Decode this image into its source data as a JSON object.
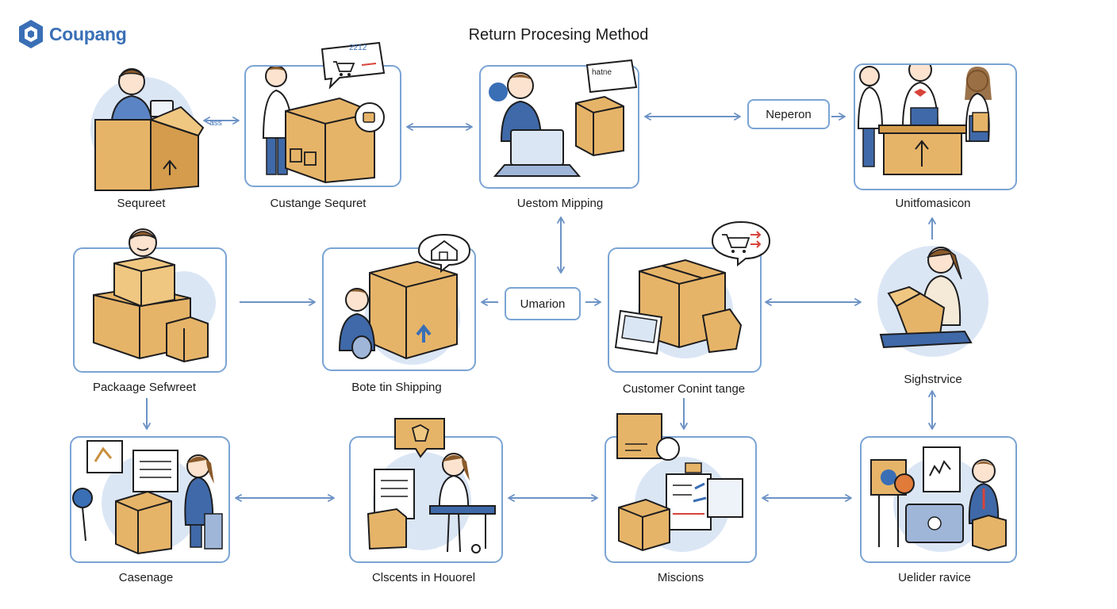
{
  "brand": {
    "name": "Coupang",
    "color": "#3a6fb6"
  },
  "title": "Return Procesing Method",
  "colors": {
    "box": "#e6b468",
    "box_dark": "#c88f3e",
    "accent_blue": "#3a6fb6",
    "frame": "#7aa4d4",
    "circle": "#dbe6f5",
    "arrow": "#6d93c6"
  },
  "nodes": [
    {
      "id": "sequreet",
      "label": "Sequreet"
    },
    {
      "id": "custange",
      "label": "Custange Sequret"
    },
    {
      "id": "mipping",
      "label": "Uestom Mipping"
    },
    {
      "id": "unitfomasicon",
      "label": "Unitfomasicon"
    },
    {
      "id": "package",
      "label": "Packaage Sefwreet"
    },
    {
      "id": "bote",
      "label": "Bote tin Shipping"
    },
    {
      "id": "customer",
      "label": "Customer Conint tange"
    },
    {
      "id": "sighstrvice",
      "label": "Sighstrvice"
    },
    {
      "id": "casenage",
      "label": "Casenage"
    },
    {
      "id": "clscents",
      "label": "Clscents in Houorel"
    },
    {
      "id": "miscions",
      "label": "Miscions"
    },
    {
      "id": "uelider",
      "label": "Uelider ravice"
    }
  ],
  "pills": [
    {
      "id": "neperon",
      "label": "Neperon"
    },
    {
      "id": "umarion",
      "label": "Umarion"
    }
  ],
  "small_text": {
    "sequreet_side": "ass",
    "speech_custange": "2212",
    "note_mipping": "hatne"
  }
}
